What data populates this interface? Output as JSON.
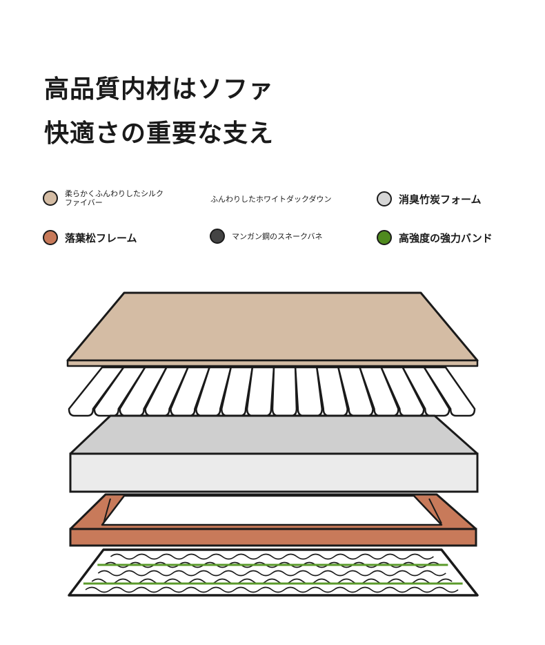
{
  "headline": {
    "line1": "高品質内材はソファ",
    "line2": "快適さの重要な支え"
  },
  "legend": [
    {
      "label": "柔らかくふんわりしたシルクファイバー",
      "color": "#d4bca4"
    },
    {
      "label": "ふんわりしたホワイトダックダウン",
      "color": ""
    },
    {
      "label": "消臭竹炭フォーム",
      "color": "#d6d6d6"
    },
    {
      "label": "落葉松フレーム",
      "color": "#c87a5a"
    },
    {
      "label": "マンガン鋼のスネークバネ",
      "color": "#444444"
    },
    {
      "label": "高強度の強力バンド",
      "color": "#4f8a1e"
    }
  ],
  "colors": {
    "fiber": "#d4bca4",
    "foam_top": "#cfcfcf",
    "foam_side": "#ebebeb",
    "frame": "#c87a5a",
    "spring_band": "#5a9a2a",
    "outline": "#1a1a1a"
  }
}
